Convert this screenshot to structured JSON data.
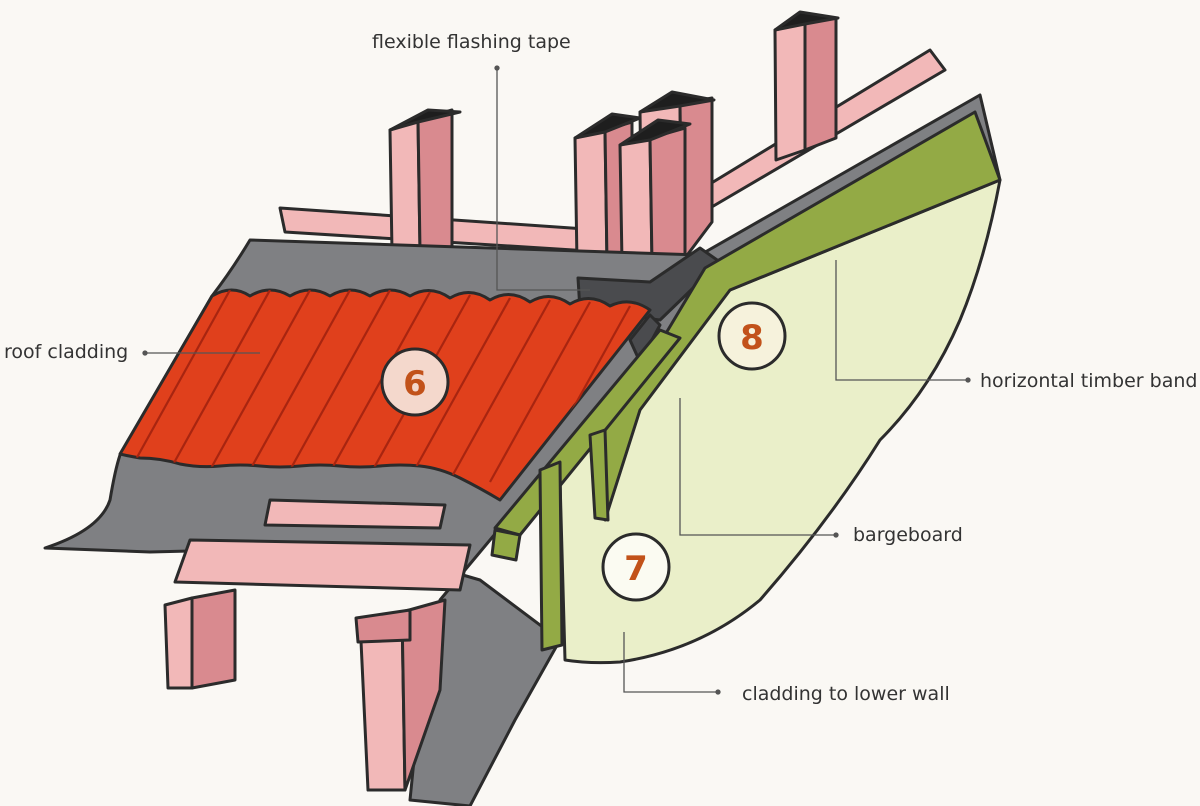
{
  "labels": {
    "flashing_tape": "flexible flashing tape",
    "roof_cladding": "roof cladding",
    "timber_band": "horizontal timber band",
    "bargeboard": "bargeboard",
    "lower_wall": "cladding to lower wall"
  },
  "markers": {
    "roof": "6",
    "lower_wall": "7",
    "timber_band": "8"
  },
  "colors": {
    "background": "#faf8f4",
    "timber": "#f2b8b8",
    "timber_side": "#d98a8f",
    "underlay": "#7f8083",
    "roof_cladding": "#e0401c",
    "roof_ridges": "#a82510",
    "band_green": "#93aa45",
    "wall": "#eaefc9",
    "number_text": "#c2521a",
    "leader_line": "#555555"
  }
}
